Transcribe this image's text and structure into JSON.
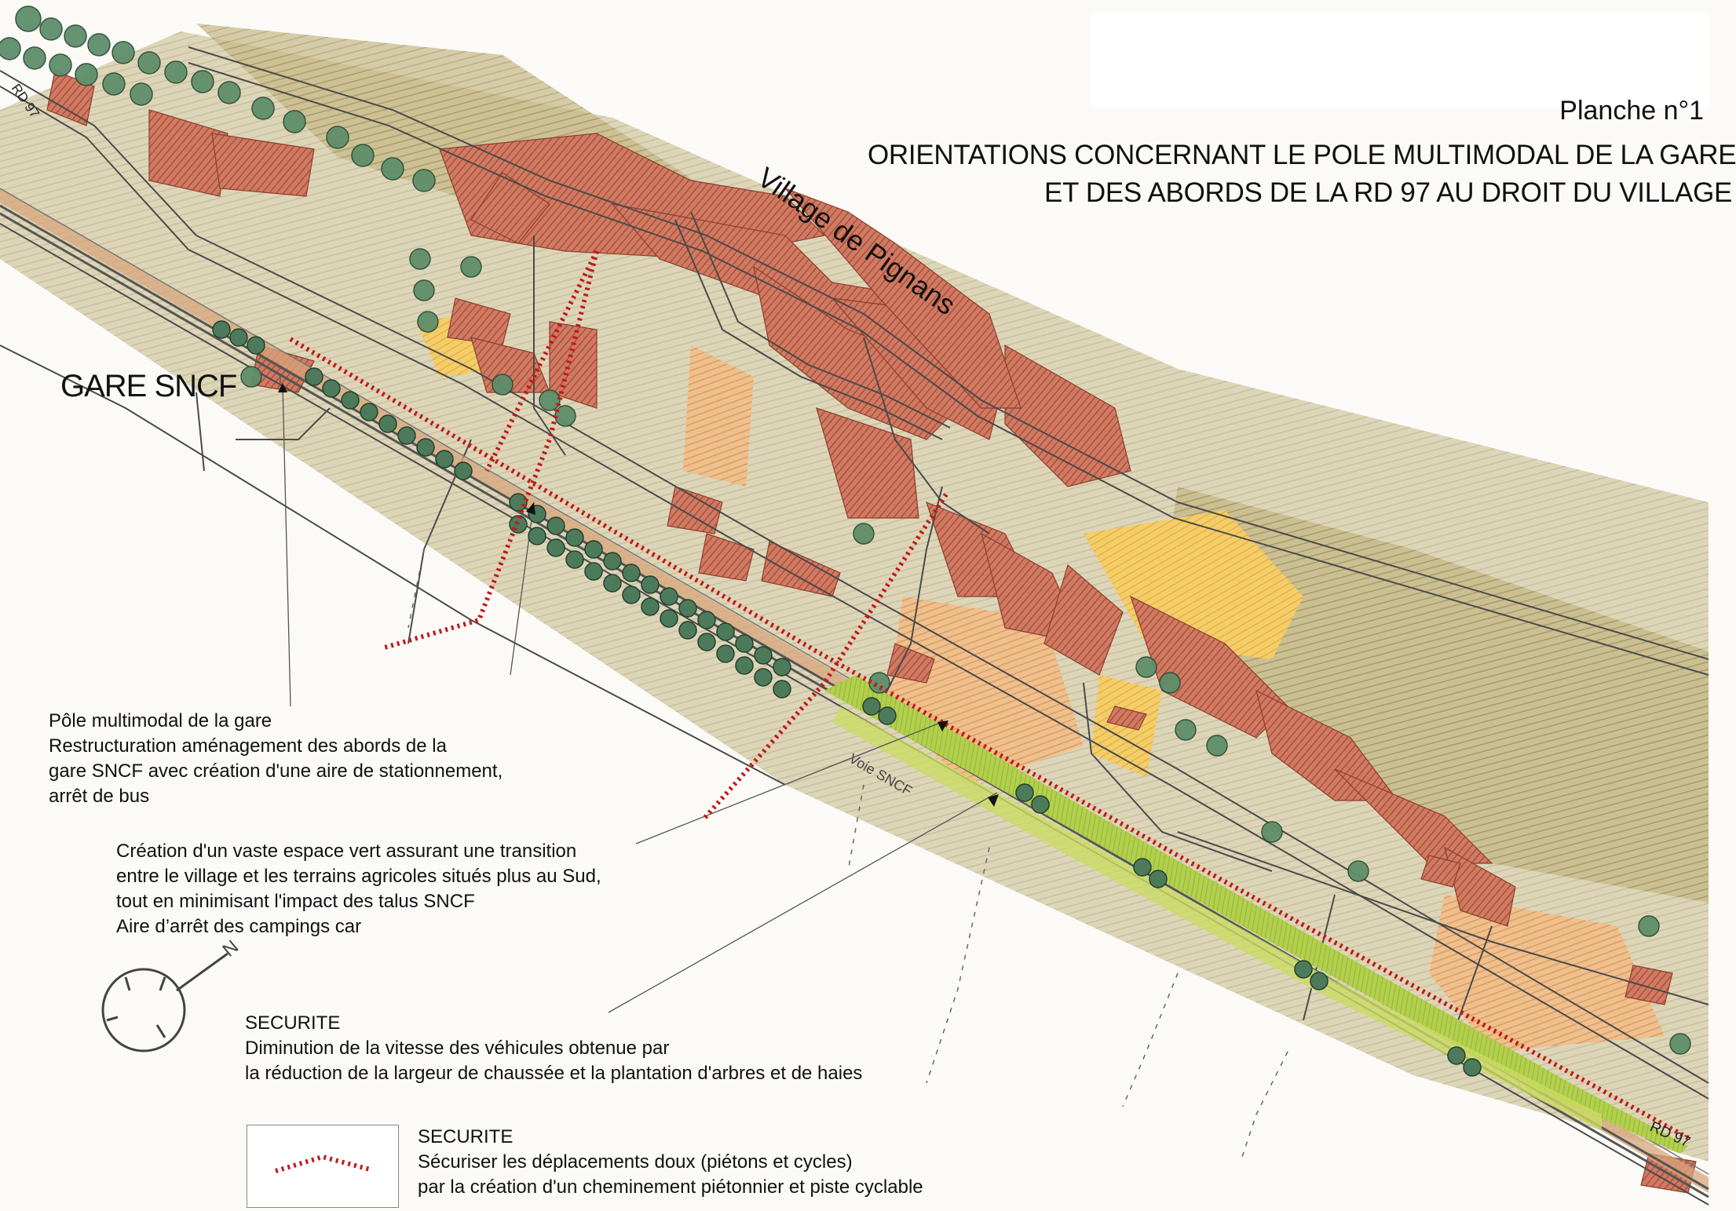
{
  "header": {
    "planche": "Planche n°1",
    "title_line1": "ORIENTATIONS  CONCERNANT LE POLE MULTIMODAL DE LA GARE",
    "title_line2": "ET DES ABORDS DE LA RD 97 AU DROIT DU VILLAGE"
  },
  "map": {
    "village_label": "Village de Pignans",
    "station_label": "GARE SNCF",
    "road_label_left": "RD 97",
    "road_label_right": "RD 97",
    "rail_label": "Voie  SNCF",
    "north_label": "N",
    "colors": {
      "buildings": "#c4644f",
      "gardens": "#b4a46c",
      "fields_yellow": "#f0c050",
      "orchard_orange": "#e9a868",
      "green_space": "#a6c83c",
      "trees": "#5f8e6a",
      "rail_band": "#d7a57c",
      "safety_path": "#c01a1a"
    }
  },
  "annotations": [
    {
      "lines": [
        "Pôle multimodal de la gare",
        "Restructuration aménagement des abords de la",
        "gare SNCF avec création d'une aire  de stationnement,",
        "arrêt de bus"
      ]
    },
    {
      "lines": [
        "Création d'un vaste espace vert assurant une transition",
        "entre le village et les terrains agricoles situés plus au  Sud,",
        "tout en minimisant l'impact des talus SNCF",
        "Aire d’arrêt des campings car"
      ]
    },
    {
      "lines": [
        "SECURITE",
        "Diminution de la vitesse des véhicules obtenue par",
        "la réduction de la largeur de chaussée  et la plantation d'arbres et de haies"
      ]
    }
  ],
  "legend": {
    "lines": [
      "SECURITE",
      "Sécuriser les déplacements doux (piétons et cycles)",
      "par  la création d'un cheminement piétonnier et piste cyclable"
    ]
  }
}
